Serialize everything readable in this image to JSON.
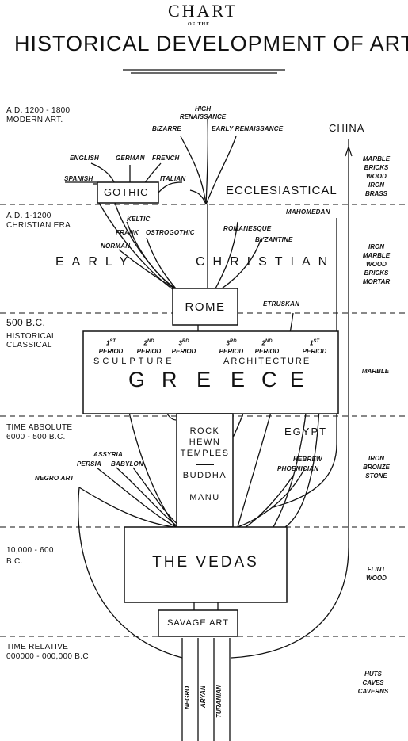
{
  "header": {
    "line1": "CHART",
    "line2": "OF THE",
    "line3": "HISTORICAL DEVELOPMENT OF ART."
  },
  "eras": [
    {
      "line1": "A.D. 1200 - 1800",
      "line2": "MODERN ART."
    },
    {
      "line1": "A.D. 1-1200",
      "line2": "CHRISTIAN ERA"
    },
    {
      "line1": "500 B.C.",
      "line2": "HISTORICAL",
      "line3": "CLASSICAL"
    },
    {
      "line1": "TIME ABSOLUTE",
      "line2": "6000 - 500 B.C."
    },
    {
      "line1": "10,000 - 600",
      "line2": "B.C."
    },
    {
      "line1": "TIME RELATIVE",
      "line2": "000000 - 000,000 B.C"
    }
  ],
  "materials": [
    {
      "lines": [
        "MARBLE",
        "BRICKS",
        "WOOD",
        "IRON",
        "BRASS"
      ]
    },
    {
      "lines": [
        "IRON",
        "MARBLE",
        "WOOD",
        "BRICKS",
        "MORTAR"
      ]
    },
    {
      "lines": [
        "MARBLE"
      ]
    },
    {
      "lines": [
        "IRON",
        "BRONZE",
        "STONE"
      ]
    },
    {
      "lines": [
        "FLINT",
        "WOOD"
      ]
    },
    {
      "lines": [
        "HUTS",
        "CAVES",
        "CAVERNS"
      ]
    }
  ],
  "labels": {
    "china": "CHINA",
    "high_renaissance_1": "HIGH",
    "high_renaissance_2": "RENAISSANCE",
    "bizarre": "BIZARRE",
    "early_renaissance": "EARLY RENAISSANCE",
    "english": "ENGLISH",
    "german": "GERMAN",
    "french": "FRENCH",
    "spanish": "SPANISH",
    "italian": "ITALIAN",
    "gothic": "GOTHIC",
    "ecclesiastical": "ECCLESIASTICAL",
    "mahomedan": "MAHOMEDAN",
    "keltic": "KELTIC",
    "frank": "FRANK",
    "ostrogothic": "OSTROGOTHIC",
    "norman": "NORMAN",
    "romanesque": "ROMANESQUE",
    "byzantine": "BYZANTINE",
    "early": "EARLY",
    "christian": "CHRISTIAN",
    "rome": "ROME",
    "etruskan": "ETRUSKAN",
    "sculpture": "SCULPTURE",
    "architecture": "ARCHITECTURE",
    "greece": [
      "G",
      "R",
      "E",
      "E",
      "C",
      "E"
    ],
    "periods": [
      {
        "num": "1",
        "suf": "ST",
        "word": "PERIOD"
      },
      {
        "num": "2",
        "suf": "ND",
        "word": "PERIOD"
      },
      {
        "num": "3",
        "suf": "RD",
        "word": "PERIOD"
      },
      {
        "num": "3",
        "suf": "RD",
        "word": "PERIOD"
      },
      {
        "num": "2",
        "suf": "ND",
        "word": "PERIOD"
      },
      {
        "num": "1",
        "suf": "ST",
        "word": "PERIOD"
      }
    ],
    "rock_hewn": [
      "ROCK",
      "HEWN",
      "TEMPLES"
    ],
    "buddha": "BUDDHA",
    "manu": "MANU",
    "egypt": "EGYPT",
    "assyria": "ASSYRIA",
    "persia": "PERSIA",
    "babylon": "BABYLON",
    "hebrew": "HEBREW",
    "phoenician": "PHOENICIAN",
    "negro_art": "NEGRO ART",
    "vedas": "THE VEDAS",
    "savage_art": "SAVAGE ART",
    "negro": "NEGRO",
    "aryan": "ARYAN",
    "turanian": "TURANIAN"
  }
}
